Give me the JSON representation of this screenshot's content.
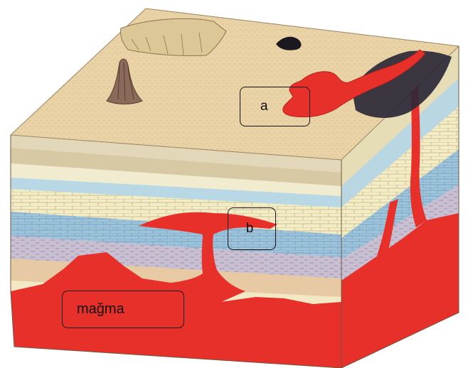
{
  "labels": {
    "a": "a",
    "b": "b",
    "magma": "mağma"
  },
  "colors": {
    "magma_red": "#e8302a",
    "surface_sand": "#e9d3a6",
    "limestone_cream": "#f4ecc4",
    "blue_layer": "#a9cde0",
    "dark_ash": "#2c2838"
  },
  "icons": {
    "volcano_cone": "volcano-cone-icon",
    "plateau_mesa": "mesa-icon",
    "lava_flow": "lava-flow-icon",
    "ash_cloud": "ash-deposit-icon"
  }
}
